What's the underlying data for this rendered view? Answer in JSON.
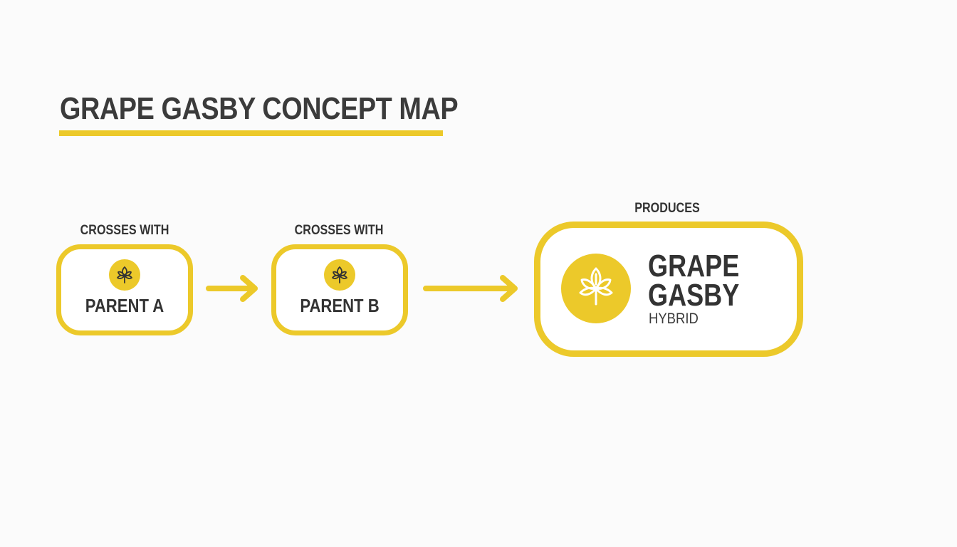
{
  "title": "GRAPE GASBY CONCEPT MAP",
  "accent_color": "#ecc92a",
  "nodes": {
    "parent_a": {
      "label": "PARENT A",
      "edge_label": "CROSSES WITH",
      "icon": "leaf-icon"
    },
    "parent_b": {
      "label": "PARENT B",
      "edge_label": "CROSSES WITH",
      "icon": "leaf-icon"
    },
    "hybrid": {
      "title_line1": "GRAPE",
      "title_line2": "GASBY",
      "subtitle": "HYBRID",
      "edge_label": "PRODUCES",
      "icon": "cannabis-leaf-icon"
    }
  },
  "edges": [
    {
      "from": "parent_a",
      "to": "parent_b",
      "icon": "arrow-right-icon"
    },
    {
      "from": "parent_b",
      "to": "hybrid",
      "icon": "arrow-right-icon"
    }
  ]
}
